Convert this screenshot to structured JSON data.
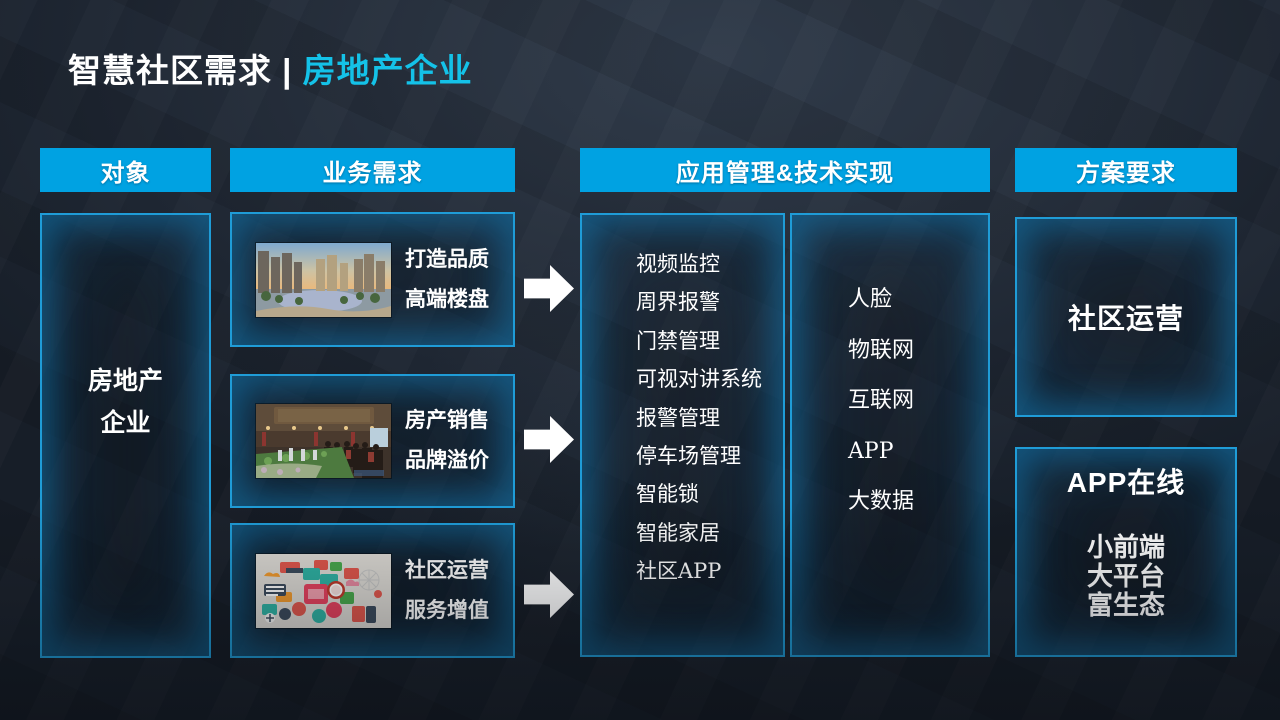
{
  "slide_title": {
    "main": "智慧社区需求 | ",
    "accent": "房地产企业"
  },
  "headers": {
    "object": "对象",
    "business": "业务需求",
    "application": "应用管理&技术实现",
    "solution": "方案要求"
  },
  "object_box": {
    "lines": [
      "房地产",
      "企业"
    ]
  },
  "business_items": [
    {
      "image": "residential-complex-photo",
      "line1": "打造品质",
      "line2": "高端楼盘"
    },
    {
      "image": "sales-exhibition-hall-photo",
      "line1": "房产销售",
      "line2": "品牌溢价"
    },
    {
      "image": "service-icons-collage",
      "line1": "社区运营",
      "line2": "服务增值"
    }
  ],
  "application_box": {
    "app_list": [
      "视频监控",
      "周界报警",
      "门禁管理",
      "可视对讲系统",
      "报警管理",
      "停车场管理",
      "智能锁",
      "智能家居",
      "社区APP"
    ],
    "tech_list": [
      "人脸",
      "物联网",
      "互联网",
      "APP",
      "大数据"
    ]
  },
  "solution_box": {
    "box1_label": "社区运营",
    "box2_title": "APP在线",
    "box2_lines": [
      "小前端",
      "大平台",
      "富生态"
    ]
  },
  "colors": {
    "header_bg": "#00a2e2",
    "title_accent": "#14c2e8",
    "box_border": "#1f9cd7",
    "arrow": "#ffffff"
  }
}
